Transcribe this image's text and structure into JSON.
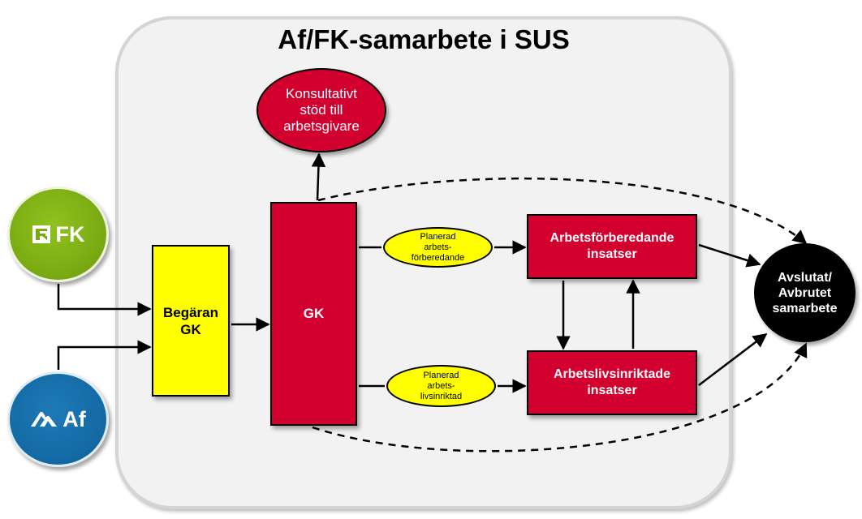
{
  "title": "Af/FK-samarbete i SUS",
  "nodes": {
    "fk": {
      "label": "FK",
      "color": "#7aaa12"
    },
    "af": {
      "label": "Af",
      "color": "#146aa5"
    },
    "konsultativt": {
      "label": "Konsultativt\nstöd till\narbetsgivare",
      "color": "#d2002f"
    },
    "begaran": {
      "label": "Begäran\nGK",
      "color": "#ffff00"
    },
    "gk": {
      "label": "GK",
      "color": "#d2002f"
    },
    "planerad_forb": {
      "label": "Planerad\narbets-\nförberedande"
    },
    "planerad_livs": {
      "label": "Planerad\narbets-\nlivsinriktad"
    },
    "arbetsforberedande": {
      "label": "Arbetsförberedande\ninsatser"
    },
    "arbetslivsinriktade": {
      "label": "Arbetslivsinriktade\ninsatser"
    },
    "avslutat": {
      "label": "Avslutat/\nAvbrutet\nsamarbete",
      "color": "#000000"
    }
  }
}
